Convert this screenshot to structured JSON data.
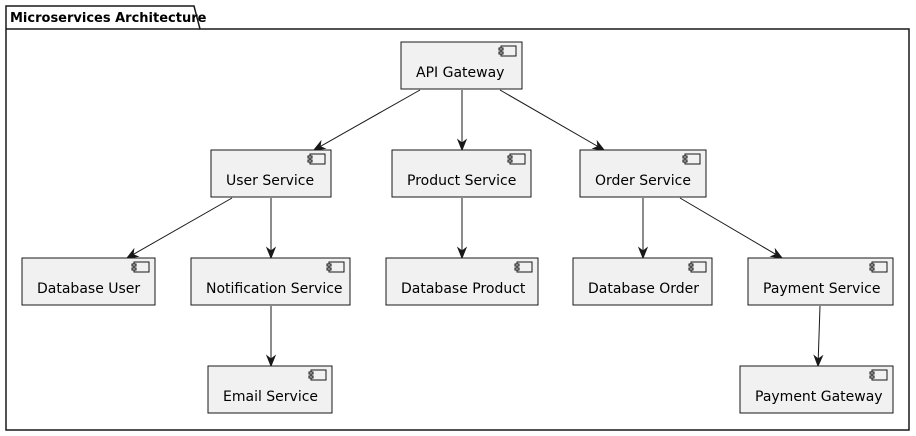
{
  "package": {
    "title": "Microservices Architecture"
  },
  "colors": {
    "component_fill": "#f1f1f1",
    "stroke": "#181818",
    "background": "#ffffff"
  },
  "components": {
    "api_gateway": "API Gateway",
    "user_service": "User Service",
    "product_service": "Product Service",
    "order_service": "Order Service",
    "database_user": "Database User",
    "notification_service": "Notification Service",
    "database_product": "Database Product",
    "database_order": "Database Order",
    "payment_service": "Payment Service",
    "email_service": "Email Service",
    "payment_gateway": "Payment Gateway"
  },
  "edges": [
    {
      "from": "api_gateway",
      "to": "user_service"
    },
    {
      "from": "api_gateway",
      "to": "product_service"
    },
    {
      "from": "api_gateway",
      "to": "order_service"
    },
    {
      "from": "user_service",
      "to": "database_user"
    },
    {
      "from": "user_service",
      "to": "notification_service"
    },
    {
      "from": "product_service",
      "to": "database_product"
    },
    {
      "from": "order_service",
      "to": "database_order"
    },
    {
      "from": "order_service",
      "to": "payment_service"
    },
    {
      "from": "notification_service",
      "to": "email_service"
    },
    {
      "from": "payment_service",
      "to": "payment_gateway"
    }
  ]
}
